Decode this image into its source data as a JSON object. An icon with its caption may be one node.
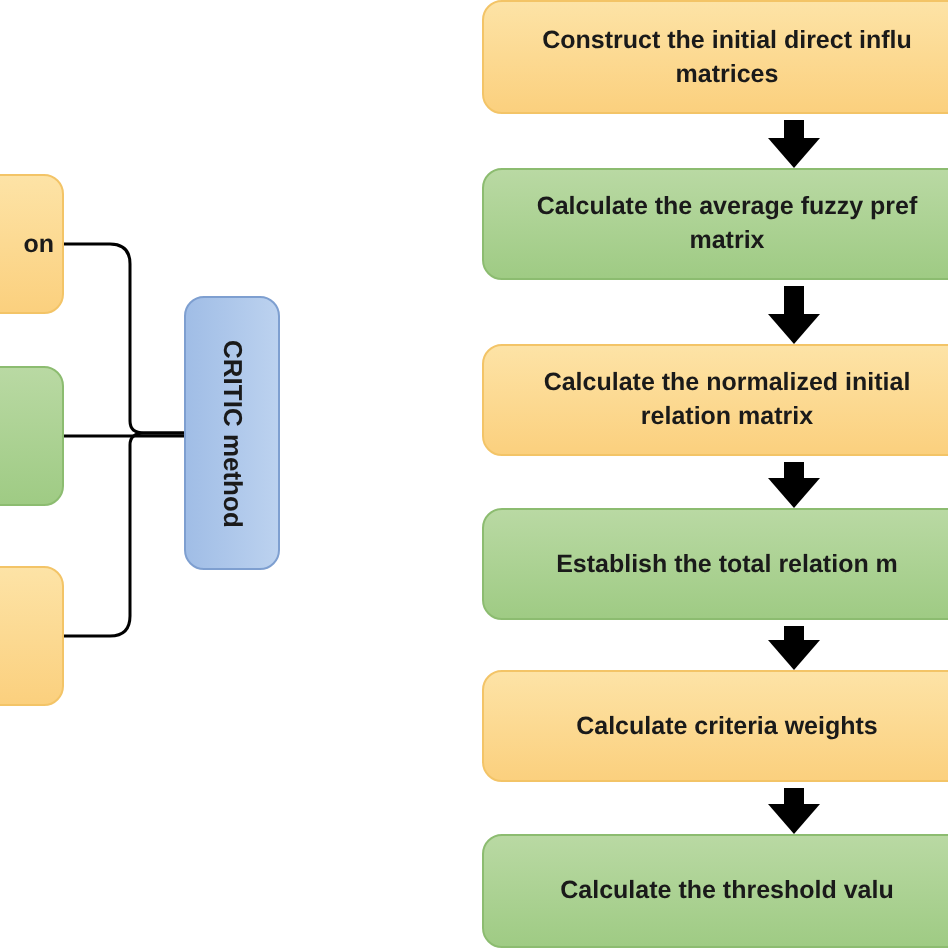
{
  "diagram": {
    "nodes": [
      {
        "text": [
          "on"
        ]
      },
      {
        "text": [],
        "shape": "box"
      },
      {
        "text": [],
        "shape": "box"
      },
      {
        "text": [
          "CRITIC method"
        ]
      },
      {
        "text": [
          "Construct the initial direct influ matrices"
        ]
      },
      {
        "text": [
          "Calculate the average fuzzy pref matrix"
        ]
      },
      {
        "text": [
          "Calculate the normalized initial relation matrix"
        ]
      },
      {
        "text": [
          "Establish the total relation m"
        ]
      },
      {
        "text": [
          "Calculate criteria weights"
        ]
      },
      {
        "text": [
          "Calculate the threshold valu"
        ]
      }
    ],
    "edges": [
      {
        "from": 0,
        "to": 3,
        "arrow": "none"
      },
      {
        "from": 1,
        "to": 3,
        "arrow": "none"
      },
      {
        "from": 2,
        "to": 3,
        "arrow": "none"
      },
      {
        "from": 4,
        "to": 5,
        "arrow": "to"
      },
      {
        "from": 5,
        "to": 6,
        "arrow": "to"
      },
      {
        "from": 6,
        "to": 7,
        "arrow": "to"
      },
      {
        "from": 7,
        "to": 8,
        "arrow": "to"
      },
      {
        "from": 8,
        "to": 9,
        "arrow": "to"
      }
    ]
  }
}
